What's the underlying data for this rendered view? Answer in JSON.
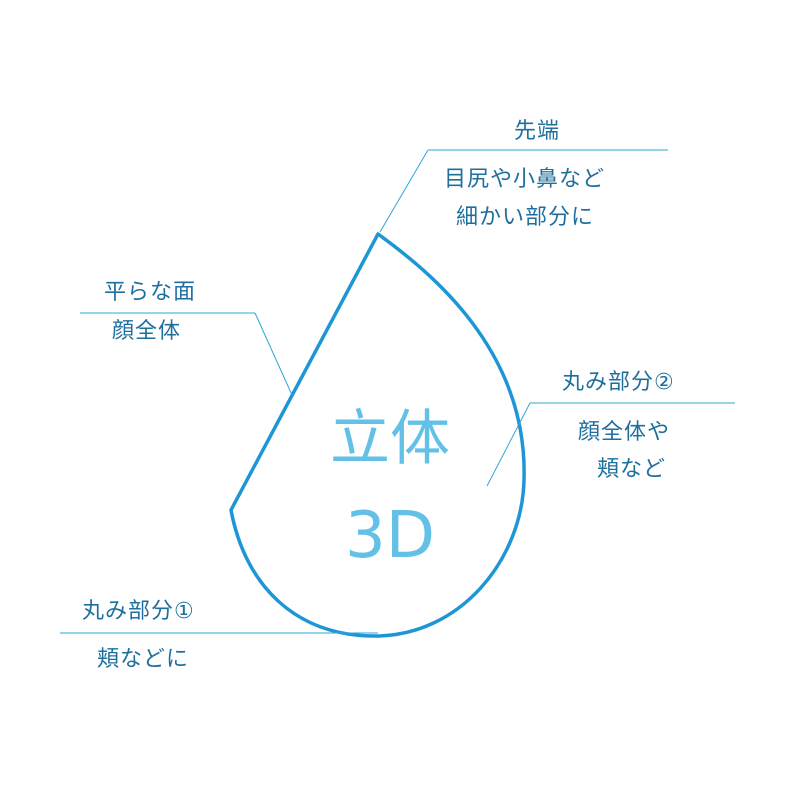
{
  "center": {
    "line1": "立体",
    "line2": "3D"
  },
  "callouts": {
    "tip": {
      "title": "先端",
      "line1": "目尻や小鼻など",
      "line2": "細かい部分に"
    },
    "flat": {
      "title": "平らな面",
      "line1": "顔全体"
    },
    "round2": {
      "title": "丸み部分②",
      "line1": "顔全体や",
      "line2": "頬など"
    },
    "round1": {
      "title": "丸み部分①",
      "line1": "頬などに"
    }
  },
  "colors": {
    "outline": "#1e96d6",
    "leader": "#2fa6d8",
    "label_text": "#1f6f9e",
    "center_text": "#63c0e6"
  }
}
